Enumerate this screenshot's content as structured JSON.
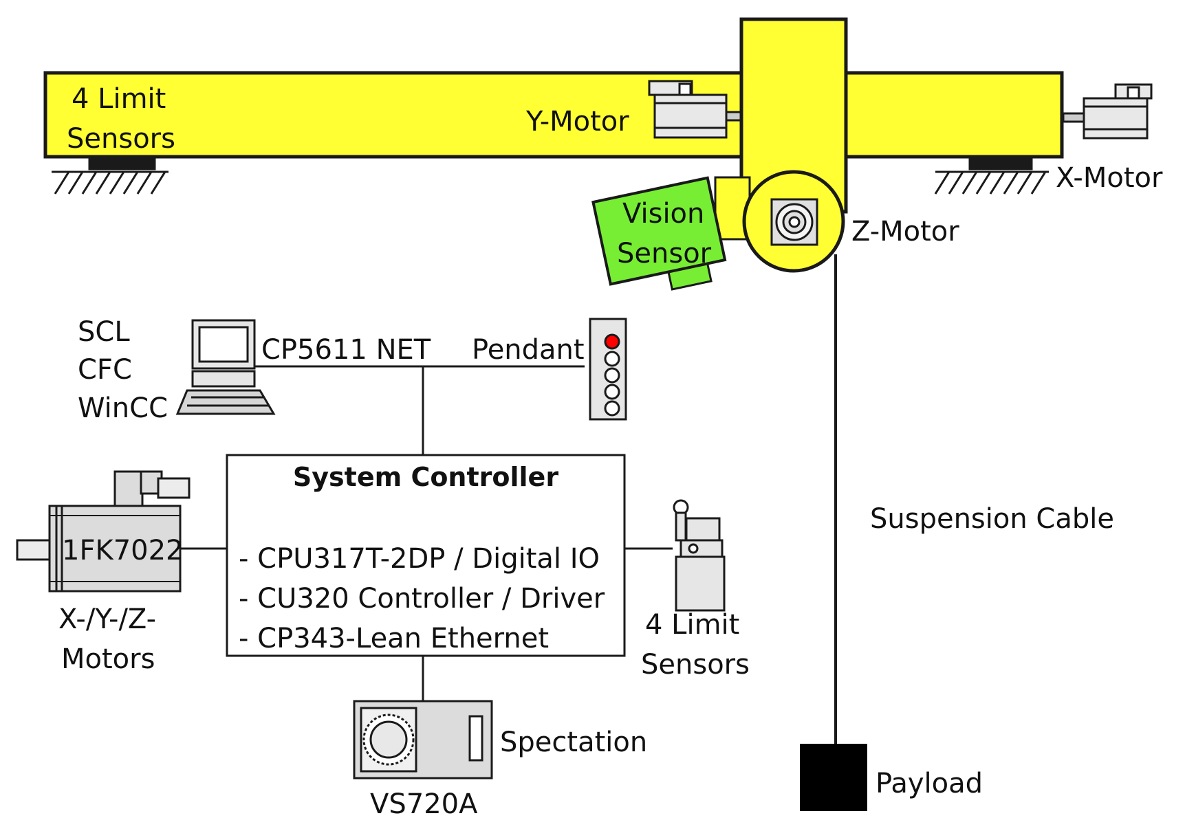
{
  "colors": {
    "beam": "#ffff33",
    "vision": "#77ee33",
    "outline": "#1a1a1a",
    "pendant_light": "#ff0000",
    "payload": "#000000"
  },
  "gantry": {
    "limit_sensors_line1": "4 Limit",
    "limit_sensors_line2": "Sensors",
    "y_motor": "Y-Motor",
    "x_motor": "X-Motor",
    "z_motor": "Z-Motor",
    "vision_line1": "Vision",
    "vision_line2": "Sensor",
    "suspension_cable": "Suspension Cable",
    "payload": "Payload"
  },
  "pc": {
    "software": [
      "SCL",
      "CFC",
      "WinCC"
    ],
    "network": "CP5611 NET"
  },
  "pendant": {
    "label": "Pendant"
  },
  "controller": {
    "title": "System Controller",
    "items": [
      "- CPU317T-2DP / Digital IO",
      "- CU320 Controller / Driver",
      "- CP343-Lean Ethernet"
    ]
  },
  "servo": {
    "model": "1FK7022",
    "caption_line1": "X-/Y-/Z-",
    "caption_line2": "Motors"
  },
  "limit_switch": {
    "line1": "4 Limit",
    "line2": "Sensors"
  },
  "camera": {
    "side_label": "Spectation",
    "model": "VS720A"
  },
  "icons": [
    "servo-motor-icon",
    "computer-icon",
    "pendant-icon",
    "limit-switch-icon",
    "vision-camera-icon",
    "ground-hatch-icon"
  ]
}
